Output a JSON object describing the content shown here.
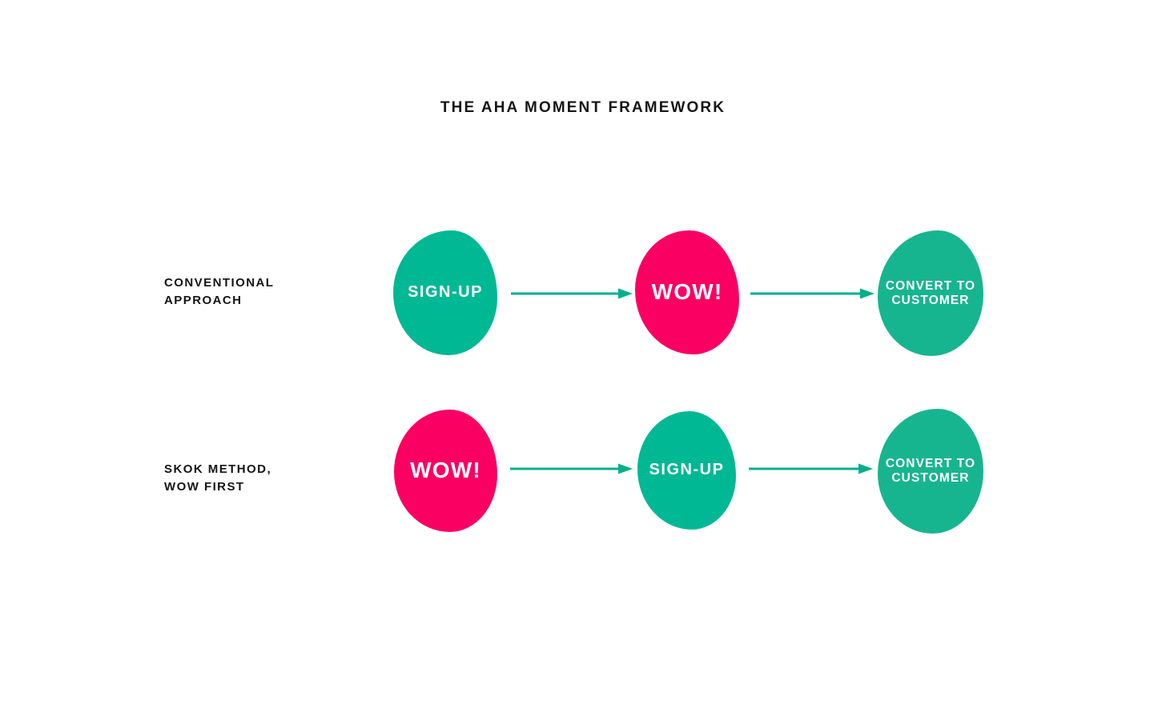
{
  "page": {
    "title": "THE AHA MOMENT FRAMEWORK",
    "background_color": "#FFFFFF"
  },
  "colors": {
    "green": "#00B894",
    "pink": "#FA0063",
    "text_dark": "#141414",
    "text_on_blob": "#FFFFFF",
    "arrow": "#00B08A"
  },
  "rows": [
    {
      "label": "CONVENTIONAL\nAPPROACH",
      "steps": [
        {
          "text": "SIGN-UP",
          "color_key": "green"
        },
        {
          "text": "WOW!",
          "color_key": "pink"
        },
        {
          "text": "CONVERT\nTO\nCUSTOMER",
          "color_key": "green"
        }
      ],
      "connectors": [
        "arrow-right",
        "arrow-right"
      ]
    },
    {
      "label": "SKOK METHOD,\nWOW FIRST",
      "steps": [
        {
          "text": "WOW!",
          "color_key": "pink"
        },
        {
          "text": "SIGN-UP",
          "color_key": "green"
        },
        {
          "text": "CONVERT\nTO\nCUSTOMER",
          "color_key": "green"
        }
      ],
      "connectors": [
        "arrow-right",
        "arrow-right"
      ]
    }
  ]
}
